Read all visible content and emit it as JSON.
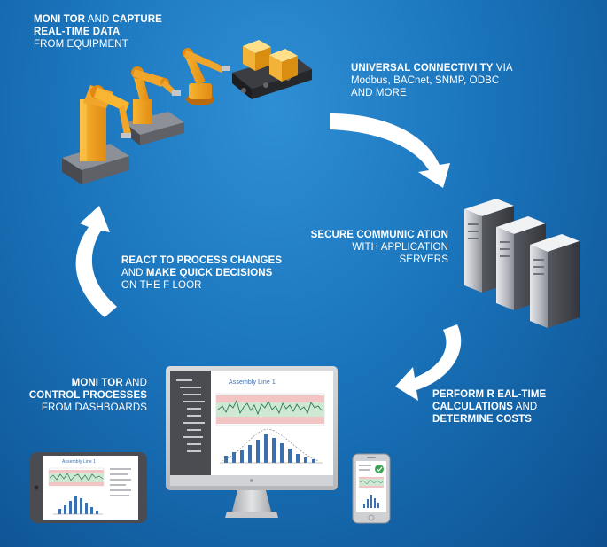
{
  "steps": {
    "capture": {
      "line1_bold": "MONI TOR",
      "line1_mid": " AND ",
      "line1_bold2": "CAPTURE",
      "line2": "REAL-TIME DATA",
      "line3": "FROM EQUIPMENT"
    },
    "connectivity": {
      "line1_bold": "UNIVERSAL CONNECTIVI TY",
      "line1_tail": " VIA",
      "line2": "Modbus, BACnet, SNMP, ODBC",
      "line3": "AND MORE"
    },
    "secure": {
      "line1": "SECURE COMMUNIC ATION",
      "line2": "WITH APPLICATION",
      "line3": "SERVERS"
    },
    "calculate": {
      "line1": "PERFORM R EAL-TIME",
      "line2_bold": "CALCULATIONS",
      "line2_tail": " AND",
      "line3": "DETERMINE COSTS"
    },
    "dashboards": {
      "line1_bold": "MONI TOR",
      "line1_tail": " AND",
      "line2": "CONTROL PROCESSES",
      "line3": "FROM DASHBOARDS"
    },
    "react": {
      "line1": "REACT TO PROCESS CHANGES",
      "line2_mid": "AND ",
      "line2_bold": "MAKE QUICK DECISIONS",
      "line3": "ON THE F LOOR"
    }
  },
  "screen": {
    "monitor_title": "Assembly Line 1",
    "tablet_title": "Assembly Line 1"
  },
  "colors": {
    "accent_orange": "#f6a623",
    "box_orange": "#f5b83a",
    "server_grey": "#7d8088",
    "band_red": "#f2c4c4",
    "band_green": "#cfe8d4",
    "bar_blue": "#3a6fb0"
  }
}
